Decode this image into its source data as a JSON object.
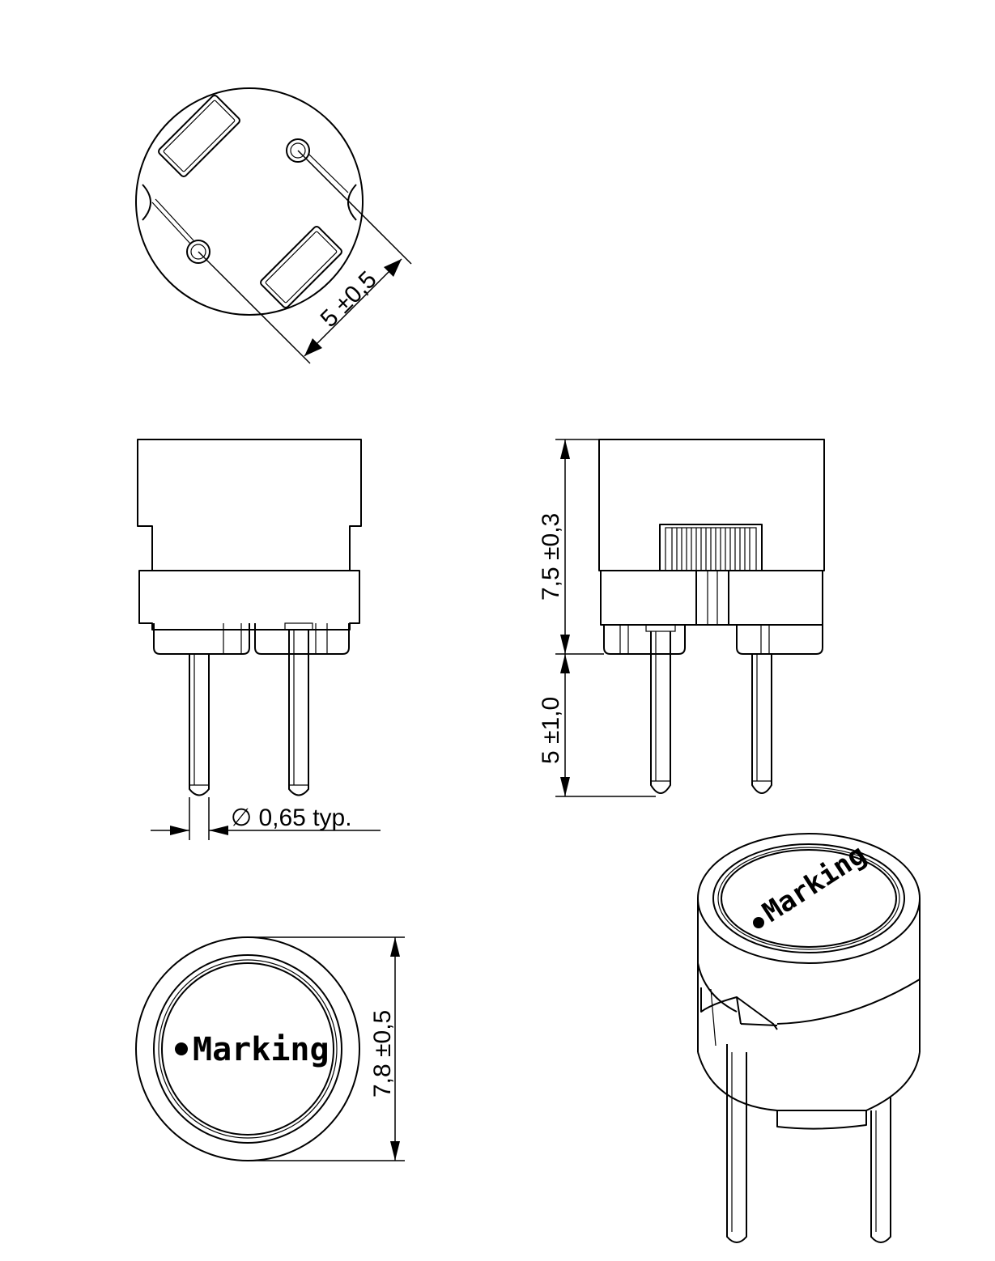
{
  "dimensions": {
    "pin_spacing": "5 ±0,5",
    "body_height": "7,5 ±0,3",
    "lead_length": "5 ±1,0",
    "lead_diameter": "∅ 0,65 typ.",
    "body_diameter": "7,8 ±0,5"
  },
  "marking": {
    "front_text": "Marking",
    "iso_text": "Marking"
  }
}
